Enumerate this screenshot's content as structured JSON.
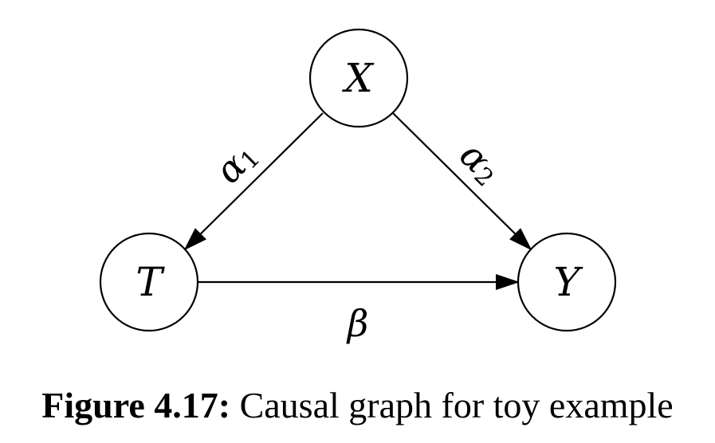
{
  "figure": {
    "number": "Figure 4.17:",
    "caption": "Causal graph for toy example"
  },
  "nodes": {
    "x": {
      "label": "X"
    },
    "t": {
      "label": "T"
    },
    "y": {
      "label": "Y"
    }
  },
  "edges": {
    "x_to_t": {
      "symbol": "α",
      "subscript": "1"
    },
    "x_to_y": {
      "symbol": "α",
      "subscript": "2"
    },
    "t_to_y": {
      "symbol": "β",
      "subscript": ""
    }
  },
  "colors": {
    "stroke": "#000000",
    "fill": "#ffffff",
    "text": "#000000"
  }
}
